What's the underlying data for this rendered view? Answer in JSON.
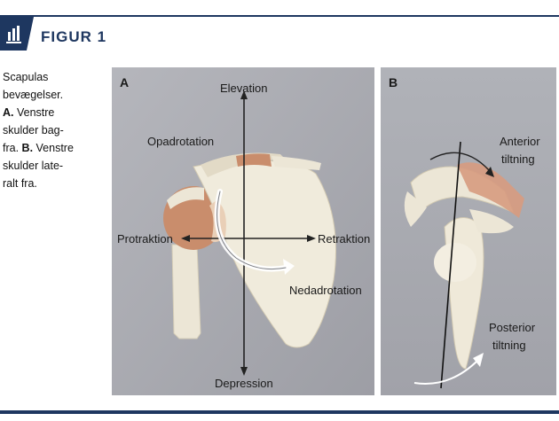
{
  "header": {
    "title": "FIGUR 1",
    "icon": "bar-chart-icon",
    "accent_color": "#1e3760"
  },
  "caption": {
    "line1": "Scapulas",
    "line2": "bevægelser.",
    "line3_bold": "A.",
    "line3_rest": " Venstre",
    "line4": "skulder bag-",
    "line5_pre": "fra. ",
    "line5_bold": "B.",
    "line5_rest": " Venstre",
    "line6": "skulder late-",
    "line7": "ralt fra."
  },
  "panel_a": {
    "letter": "A",
    "labels": {
      "elevation": "Elevation",
      "depression": "Depression",
      "protraktion": "Protraktion",
      "retraktion": "Retraktion",
      "opadrotation": "Opadrotation",
      "nedadrotation": "Nedadrotation"
    }
  },
  "panel_b": {
    "letter": "B",
    "labels": {
      "anterior_1": "Anterior",
      "anterior_2": "tiltning",
      "posterior_1": "Posterior",
      "posterior_2": "tiltning"
    }
  }
}
